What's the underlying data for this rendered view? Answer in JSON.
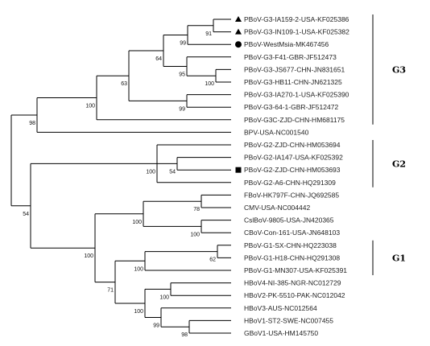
{
  "tree": {
    "leaves": [
      {
        "label": "PBoV-G3-IA159-2-USA-KF025386",
        "marker": "triangle"
      },
      {
        "label": "PBoV-G3-IN109-1-USA-KF025382",
        "marker": "triangle"
      },
      {
        "label": "PBoV-WestMsia-MK467456",
        "marker": "circle"
      },
      {
        "label": "PBoV-G3-F41-GBR-JF512473",
        "marker": ""
      },
      {
        "label": "PBoV-G3-JS677-CHN-JN831651",
        "marker": ""
      },
      {
        "label": "PBoV-G3-HB11-CHN-JN621325",
        "marker": ""
      },
      {
        "label": "PBoV-G3-IA270-1-USA-KF025390",
        "marker": ""
      },
      {
        "label": "PBoV-G3-64-1-GBR-JF512472",
        "marker": ""
      },
      {
        "label": "PBoV-G3C-ZJD-CHN-HM681175",
        "marker": ""
      },
      {
        "label": "BPV-USA-NC001540",
        "marker": ""
      },
      {
        "label": "PBoV-G2-ZJD-CHN-HM053694",
        "marker": ""
      },
      {
        "label": "PBoV-G2-IA147-USA-KF025392",
        "marker": ""
      },
      {
        "label": "PBoV-G2-ZJD-CHN-HM053693",
        "marker": "square"
      },
      {
        "label": "PBoV-G2-A6-CHN-HQ291309",
        "marker": ""
      },
      {
        "label": "FBoV-HK797F-CHN-JQ692585",
        "marker": ""
      },
      {
        "label": "CMV-USA-NC004442",
        "marker": ""
      },
      {
        "label": "CslBoV-9805-USA-JN420365",
        "marker": ""
      },
      {
        "label": "CBoV-Con-161-USA-JN648103",
        "marker": ""
      },
      {
        "label": "PBoV-G1-SX-CHN-HQ223038",
        "marker": ""
      },
      {
        "label": "PBoV-G1-H18-CHN-HQ291308",
        "marker": ""
      },
      {
        "label": "PBoV-G1-MN307-USA-KF025391",
        "marker": ""
      },
      {
        "label": "HBoV4-NI-385-NGR-NC012729",
        "marker": ""
      },
      {
        "label": "HBoV2-PK-5510-PAK-NC012042",
        "marker": ""
      },
      {
        "label": "HBoV3-AUS-NC012564",
        "marker": ""
      },
      {
        "label": "HBoV1-ST2-SWE-NC007455",
        "marker": ""
      },
      {
        "label": "GBoV1-USA-HM145750",
        "marker": ""
      }
    ],
    "bootstrap": [
      "91",
      "99",
      "64",
      "95",
      "100",
      "99",
      "63",
      "100",
      "98",
      "100",
      "54",
      "100",
      "78",
      "100",
      "100",
      "100",
      "62",
      "100",
      "100",
      "71",
      "54",
      "100",
      "99",
      "98"
    ],
    "clades": [
      {
        "label": "G3"
      },
      {
        "label": "G2"
      },
      {
        "label": "G1"
      }
    ]
  }
}
